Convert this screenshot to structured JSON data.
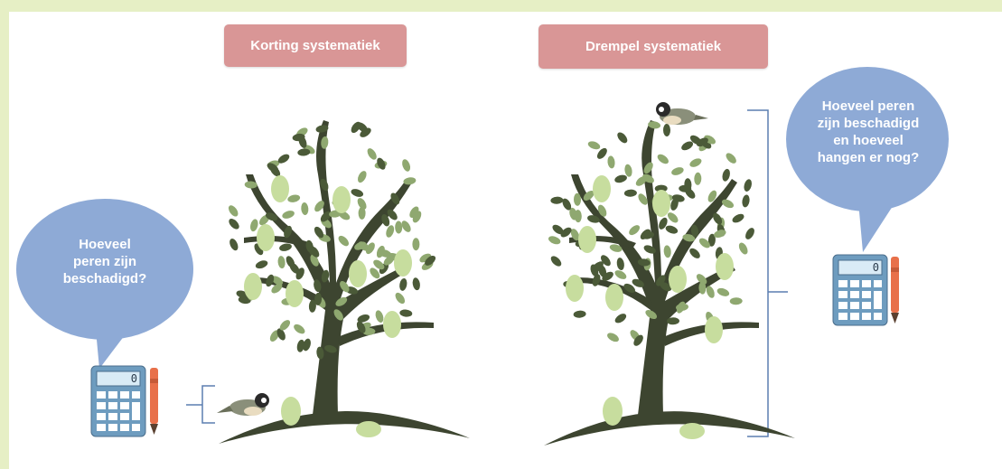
{
  "titles": {
    "left": "Korting systematiek",
    "right": "Drempel systematiek"
  },
  "bubbles": {
    "left": "Hoeveel\nperen zijn\nbeschadigd?",
    "right": "Hoeveel peren\nzijn beschadigd\nen hoeveel\nhangen er nog?"
  },
  "calculator_display": "0",
  "colors": {
    "background": "#e6efc5",
    "title_box": "#d99696",
    "bubble": "#8eaad6",
    "trunk": "#3d4530",
    "leaf_dark": "#4b5a38",
    "leaf_light": "#8fa870",
    "pear": "#c7dd9e",
    "bracket": "#5b7fb0",
    "pen": "#e8704a"
  },
  "icons": [
    "pear-tree-icon",
    "bird-icon",
    "calculator-icon",
    "pen-icon",
    "speech-bubble-icon"
  ]
}
